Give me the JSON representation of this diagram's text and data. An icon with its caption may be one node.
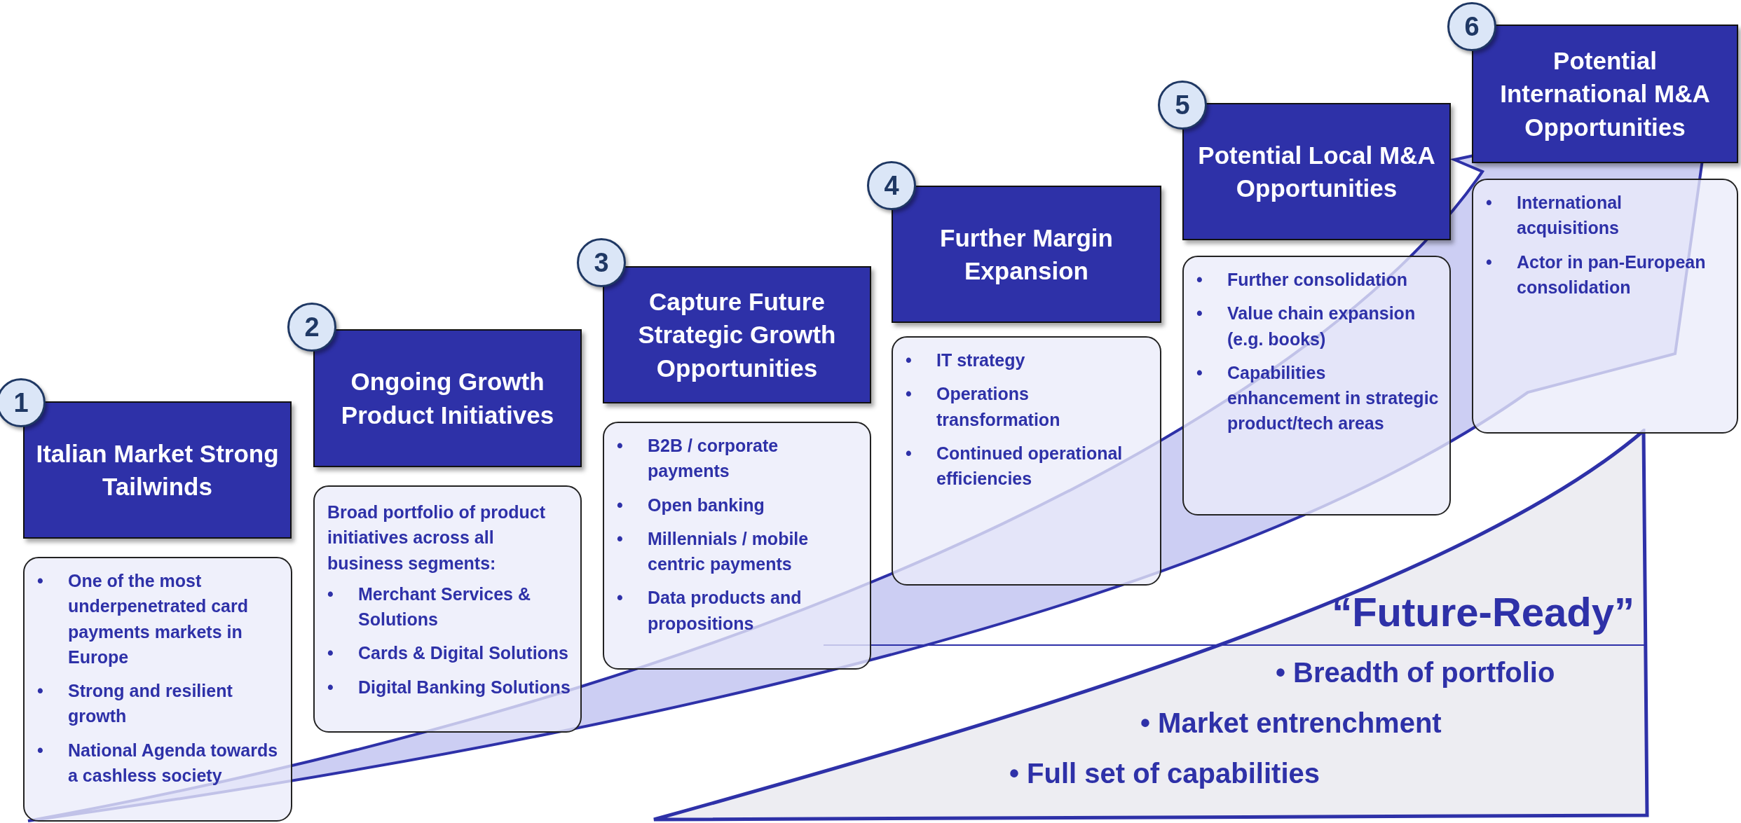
{
  "diagram": {
    "nodes": [
      {
        "text": [
          "1"
        ]
      },
      {
        "text": [
          "Italian Market Strong Tailwinds"
        ]
      },
      {
        "text": [
          "•\tOne of the most underpenetrated card payments markets in Europe",
          "•\tStrong and resilient growth",
          "•\tNational Agenda towards a cashless society"
        ]
      },
      {
        "text": [
          "2"
        ]
      },
      {
        "text": [
          "Ongoing Growth Product Initiatives"
        ]
      },
      {
        "text": [
          "Broad portfolio of product initiatives across all business segments:",
          "•\tMerchant Services & Solutions",
          "•\tCards & Digital Solutions",
          "•\tDigital Banking Solutions"
        ]
      },
      {
        "text": [
          "3"
        ]
      },
      {
        "text": [
          "Capture Future Strategic Growth Opportunities"
        ]
      },
      {
        "text": [
          "•\tB2B / corporate payments",
          "•\tOpen banking",
          "•\tMillennials / mobile centric payments",
          "•\tData products and propositions"
        ]
      },
      {
        "text": [
          "4"
        ]
      },
      {
        "text": [
          "Further Margin Expansion"
        ]
      },
      {
        "text": [
          "•\tIT strategy",
          "•\tOperations transformation",
          "•\tContinued operational efficiencies"
        ]
      },
      {
        "text": [
          "5"
        ]
      },
      {
        "text": [
          "Potential Local M&A Opportunities"
        ]
      },
      {
        "text": [
          "•\tFurther consolidation",
          "•\tValue chain expansion (e.g. books)",
          "•\tCapabilities enhancement in strategic product/tech areas"
        ]
      },
      {
        "text": [
          "6"
        ]
      },
      {
        "text": [
          "Potential International M&A Opportunities"
        ]
      },
      {
        "text": [
          "•\tInternational acquisitions",
          "•\tActor in pan-European consolidation"
        ]
      },
      {
        "text": [
          "“Future-Ready”",
          "• Breadth of portfolio",
          "• Market entrenchment",
          "• Full set of capabilities"
        ]
      }
    ],
    "edges": []
  }
}
